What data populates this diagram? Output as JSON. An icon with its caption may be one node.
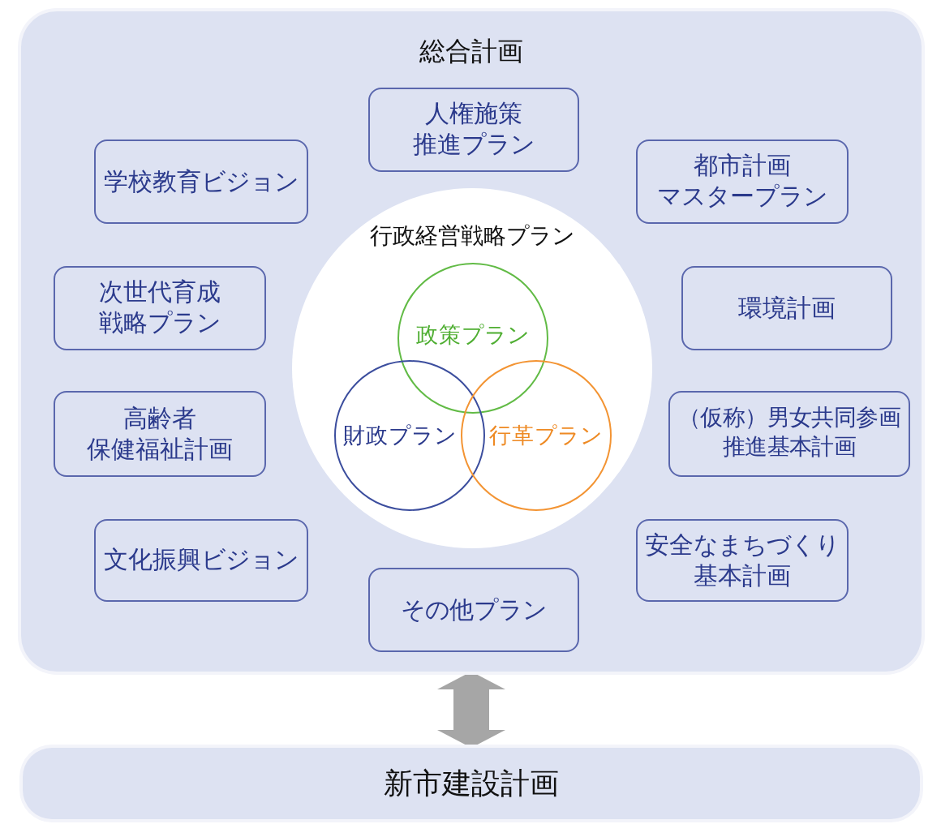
{
  "diagram": {
    "nodes": [
      {
        "text": [
          "総合計画"
        ]
      },
      {
        "text": [
          "人権施策推進プラン"
        ],
        "in": 0
      },
      {
        "text": [
          "学校教育ビジョン"
        ],
        "in": 0
      },
      {
        "text": [
          "都市計画マスタープラン"
        ],
        "in": 0
      },
      {
        "text": [
          "行政経営戦略プラン"
        ],
        "in": 0
      },
      {
        "text": [
          "政策プラン"
        ],
        "in": 4
      },
      {
        "text": [
          "財政プラン"
        ],
        "in": 4
      },
      {
        "text": [
          "行革プラン"
        ],
        "in": 4
      },
      {
        "text": [
          "次世代育成戦略プラン"
        ],
        "in": 0
      },
      {
        "text": [
          "環境計画"
        ],
        "in": 0
      },
      {
        "text": [
          "高齢者保健福祉計画"
        ],
        "in": 0
      },
      {
        "text": [
          "（仮称）男女共同参画推進基本計画"
        ],
        "in": 0
      },
      {
        "text": [
          "文化振興ビジョン"
        ],
        "in": 0
      },
      {
        "text": [
          "安全なまちづくり基本計画"
        ],
        "in": 0
      },
      {
        "text": [
          "その他プラン"
        ],
        "in": 0
      },
      {
        "text": [
          "新市建設計画"
        ]
      }
    ],
    "edges": [
      {
        "from": 0,
        "to": 15,
        "arrow": "both",
        "style": "thick"
      }
    ]
  }
}
